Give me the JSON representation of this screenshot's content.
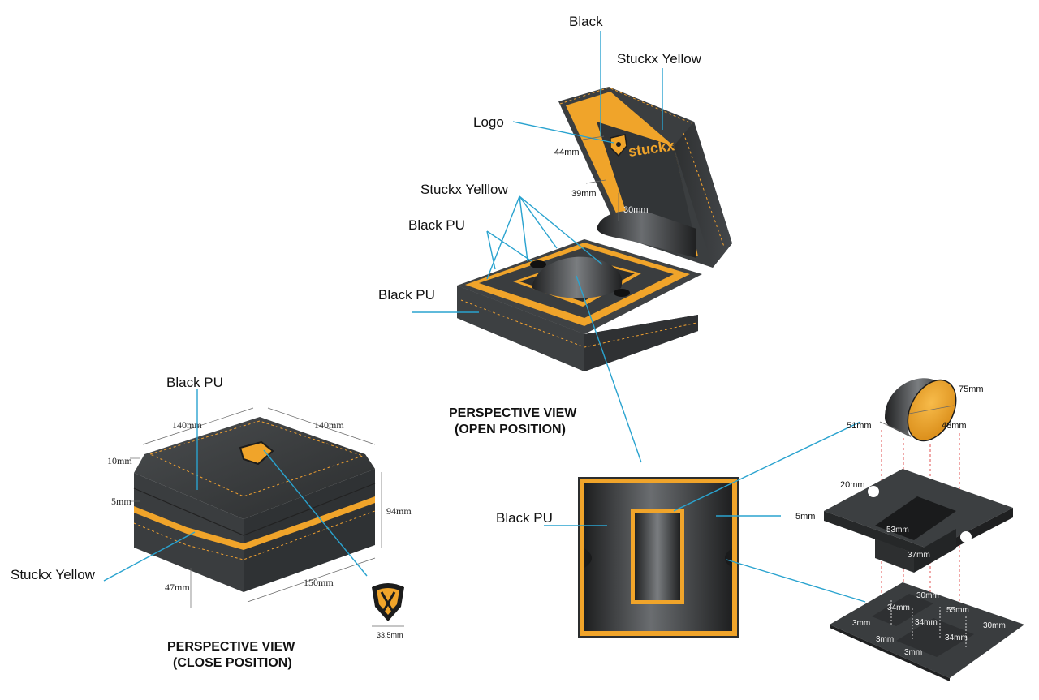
{
  "labels": {
    "black": "Black",
    "stuckx_yellow_top": "Stuckx Yellow",
    "logo": "Logo",
    "stuckx_yelllow": "Stuckx Yelllow",
    "black_pu_open_1": "Black PU",
    "black_pu_open_2": "Black PU",
    "black_pu_closed": "Black PU",
    "stuckx_yellow_closed": "Stuckx Yellow",
    "black_pu_insert": "Black PU",
    "brand_text": "stuckx"
  },
  "titles": {
    "open_line1": "PERSPECTIVE VIEW",
    "open_line2": "(OPEN POSITION)",
    "close_line1": "PERSPECTIVE VIEW",
    "close_line2": "(CLOSE POSITION)"
  },
  "dimensions": {
    "open": {
      "logo_height": "44mm",
      "band_height": "39mm",
      "pillow_gap": "30mm"
    },
    "closed": {
      "width_left": "140mm",
      "width_right": "140mm",
      "lid_height": "10mm",
      "trim": "5mm",
      "height": "94mm",
      "base_height": "47mm",
      "depth": "150mm",
      "logo_width": "33.5mm"
    },
    "pillow": {
      "height": "75mm",
      "width": "51mm",
      "depth": "48mm"
    },
    "tray": {
      "notch": "20mm",
      "thickness": "5mm",
      "opening": "53mm",
      "stem": "37mm"
    },
    "base": {
      "d1": "30mm",
      "d2": "34mm",
      "d3": "55mm",
      "d4": "34mm",
      "d5": "3mm",
      "d6": "34mm",
      "d7": "30mm",
      "d8": "3mm",
      "d9": "3mm"
    }
  },
  "colors": {
    "black_pu": "#3a3d3e",
    "stuckx_yellow": "#f0a42a",
    "leader": "#2aa3cf"
  }
}
